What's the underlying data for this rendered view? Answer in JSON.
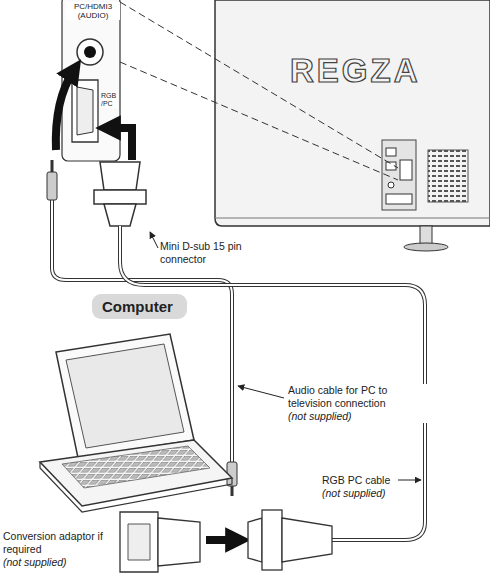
{
  "diagram": {
    "nodes": [
      {
        "text": [
          "Computer"
        ]
      }
    ],
    "labels": [
      "PC/HDMI3 (AUDIO)",
      "RGB /PC",
      "REGZA",
      "Mini D-sub 15 pin connector",
      "Audio cable for PC to television connection",
      "(not supplied)",
      "RGB PC cable",
      "(not supplied)",
      "Conversion adaptor if required",
      "(not supplied)"
    ]
  }
}
